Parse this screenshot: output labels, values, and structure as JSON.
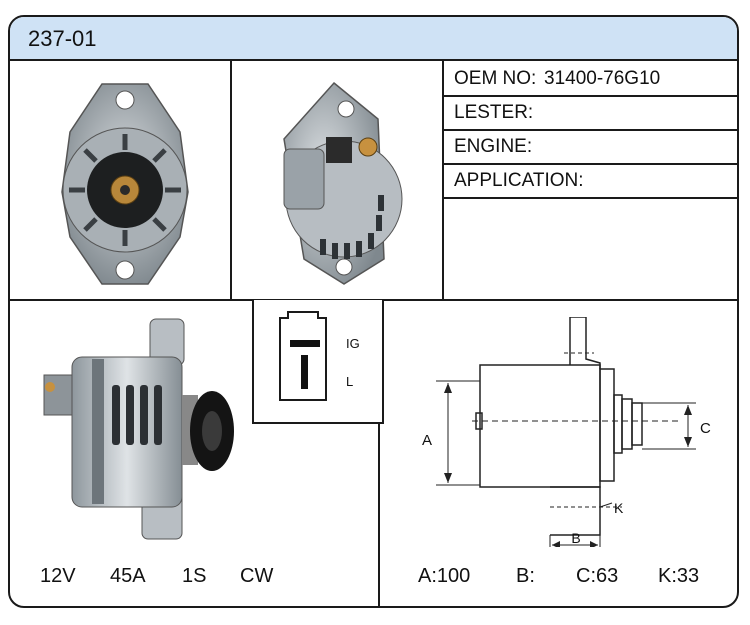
{
  "title": "237-01",
  "info": [
    {
      "label": "OEM NO:",
      "value": "31400-76G10"
    },
    {
      "label": "LESTER:",
      "value": ""
    },
    {
      "label": "ENGINE:",
      "value": ""
    },
    {
      "label": "APPLICATION:",
      "value": ""
    }
  ],
  "connector": {
    "top_label": "IG",
    "bottom_label": "L"
  },
  "specs": {
    "voltage": "12V",
    "amperage": "45A",
    "pulley": "1S",
    "rotation": "CW"
  },
  "dimension_labels": {
    "a": "A",
    "b": "B",
    "c": "C",
    "k": "K"
  },
  "dimensions": {
    "a": "A:100",
    "b": "B:",
    "c": "C:63",
    "k": "K:33"
  },
  "colors": {
    "title_bar": "#cfe2f5",
    "border": "#1a1a1a"
  }
}
